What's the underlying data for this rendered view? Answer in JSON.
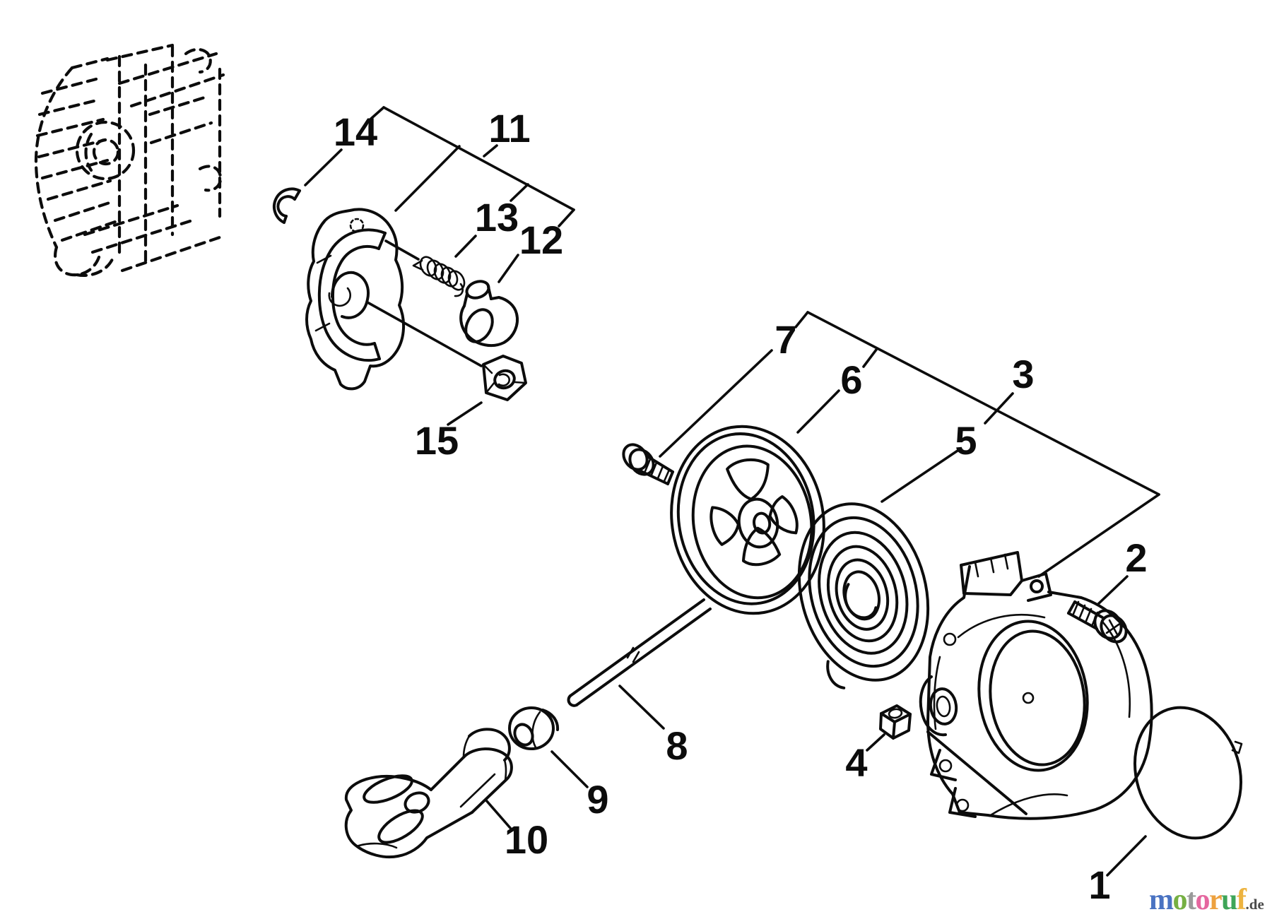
{
  "diagram": {
    "background_color": "#ffffff",
    "line_color": "#0c0c0c",
    "callouts": [
      {
        "label": "1"
      },
      {
        "label": "2"
      },
      {
        "label": "3"
      },
      {
        "label": "4"
      },
      {
        "label": "5"
      },
      {
        "label": "6"
      },
      {
        "label": "7"
      },
      {
        "label": "8"
      },
      {
        "label": "9"
      },
      {
        "label": "10"
      },
      {
        "label": "11"
      },
      {
        "label": "12"
      },
      {
        "label": "13"
      },
      {
        "label": "14"
      },
      {
        "label": "15"
      }
    ]
  },
  "watermark": {
    "word": "motoruf",
    "suffix": ".de",
    "suffix_color": "#4a4a4a",
    "letters": [
      {
        "char": "m",
        "color": "#4a73c2"
      },
      {
        "char": "o",
        "color": "#76b043"
      },
      {
        "char": "t",
        "color": "#9a9a9a"
      },
      {
        "char": "o",
        "color": "#e5679f"
      },
      {
        "char": "r",
        "color": "#eda13f"
      },
      {
        "char": "u",
        "color": "#3ea558"
      },
      {
        "char": "f",
        "color": "#edb33f"
      }
    ]
  }
}
